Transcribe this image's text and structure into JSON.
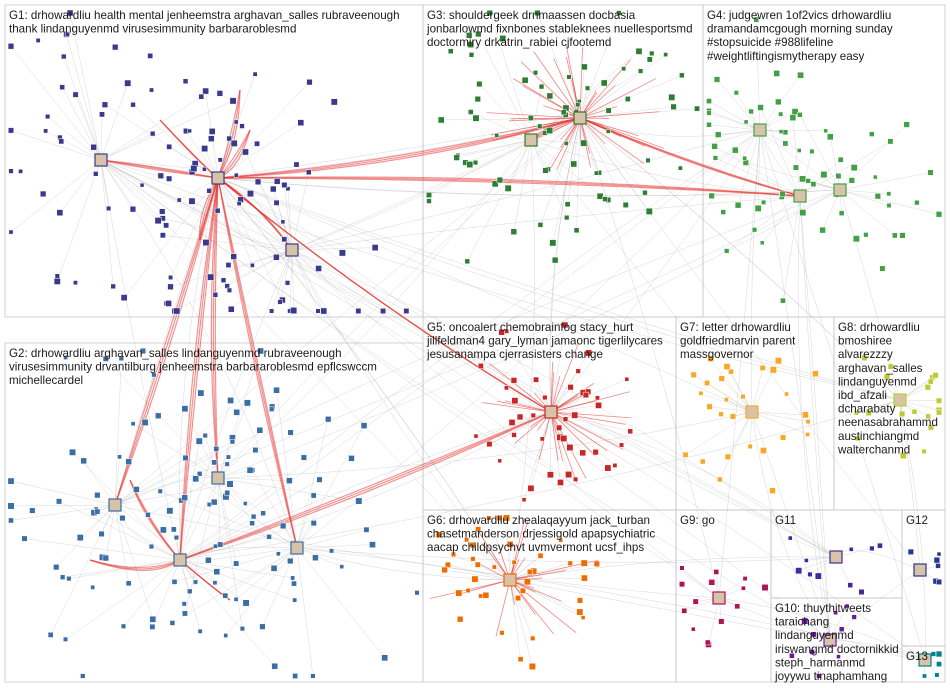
{
  "groups": [
    {
      "id": "G1",
      "lines": [
        "G1: drhowardliu health mental jenheemstra arghavan_salles rubraveenough",
        "thank lindanguyenmd virusesimmunity barbararoblesmd"
      ],
      "color": "#3a3a8c"
    },
    {
      "id": "G2",
      "lines": [
        "G2: drhowardliu arghavan_salles lindanguyenmd rubraveenough",
        "virusesimmunity drvantilburg jenheemstra barbararoblesmd epflcswccm",
        "michellecardel"
      ],
      "color": "#3a6ea5"
    },
    {
      "id": "G3",
      "lines": [
        "G3: shouldergeek drnmaassen docbasia",
        "jonbarlowmd fixnbones stableknees nuellesportsmd",
        "doctormiry drkatrin_rabiei cjfootemd"
      ],
      "color": "#2e7d32"
    },
    {
      "id": "G4",
      "lines": [
        "G4: judgewren 1of2vics drhowardliu",
        "dramandamcgough morning sunday",
        "#stopsuicide #988lifeline",
        "#weightliftingismytherapy easy"
      ],
      "color": "#43a047"
    },
    {
      "id": "G5",
      "lines": [
        "G5: oncoalert chemobrainfog stacy_hurt",
        "jillfeldman4 gary_lyman jamaonc tigerlilycares",
        "jesusanampa cjerrasisters change"
      ],
      "color": "#c62828"
    },
    {
      "id": "G6",
      "lines": [
        "G6: drhowardliu zhealaqayyum jack_turban",
        "chasetmanderson drjessigold apapsychiatric",
        "aacap childpsychvt uvmvermont ucsf_ihps"
      ],
      "color": "#ef6c00"
    },
    {
      "id": "G7",
      "lines": [
        "G7: letter drhowardliu",
        "goldfriedmarvin parent",
        "massgovernor"
      ],
      "color": "#f9a825"
    },
    {
      "id": "G8",
      "lines": [
        "G8: drhowardliu",
        "bmoshiree",
        "alvarezzzy",
        "arghavan_salles",
        "lindanguyenmd",
        "ibd_afzali",
        "dcharabaty",
        "neenasabrahammd",
        "austinchiangmd",
        "walterchanmd"
      ],
      "color": "#c0ca33"
    },
    {
      "id": "G9",
      "lines": [
        "G9: go"
      ],
      "color": "#ad1457"
    },
    {
      "id": "G10",
      "lines": [
        "G10: thuythitweets",
        "taraichang",
        "lindanguyenmd",
        "iriswangmd doctornikkid",
        "steph_harmanmd",
        "joyywu tinaphamhang"
      ],
      "color": "#6a1b9a"
    },
    {
      "id": "G11",
      "lines": [
        "G11"
      ],
      "color": "#4527a0"
    },
    {
      "id": "G12",
      "lines": [
        "G12"
      ],
      "color": "#283593"
    },
    {
      "id": "G13",
      "lines": [
        "G13"
      ],
      "color": "#00838f"
    }
  ],
  "edge_color": "#e53935",
  "gray_edge_color": "#9e9e9e"
}
